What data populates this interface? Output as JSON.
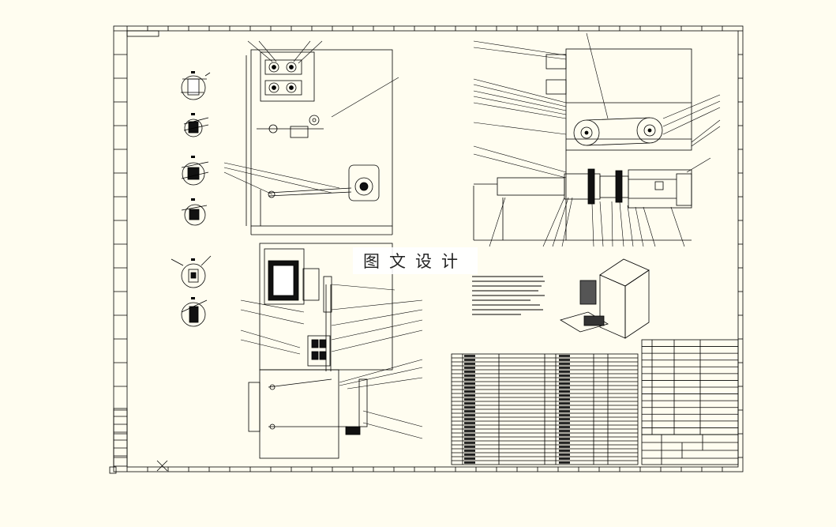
{
  "watermark": {
    "text": "图文设计"
  },
  "colors": {
    "paper": "#fffdf0",
    "line": "#000000",
    "block": "#111111"
  },
  "drawing": {
    "views": [
      "front-view",
      "side-view",
      "top-view",
      "detail-sections",
      "isometric-view"
    ],
    "parts_list": {
      "left_rows": 28,
      "middle_rows": 28,
      "right_rows": 14
    },
    "title_block": {
      "present": true
    }
  }
}
